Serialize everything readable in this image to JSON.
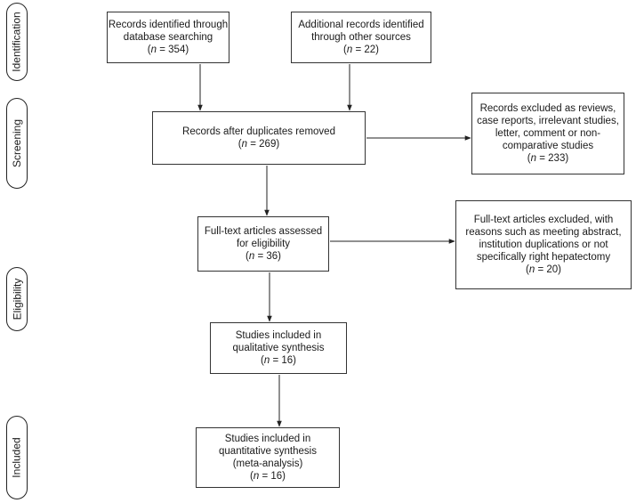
{
  "phases": {
    "identification": "Identification",
    "screening": "Screening",
    "eligibility": "Eligibility",
    "included": "Included"
  },
  "boxes": {
    "database": {
      "lines": [
        "Records identified through",
        "database searching"
      ],
      "n": "354"
    },
    "other_sources": {
      "lines": [
        "Additional records identified",
        "through other sources"
      ],
      "n": "22"
    },
    "after_duplicates": {
      "lines": [
        "Records after duplicates removed"
      ],
      "n": "269"
    },
    "excluded_records": {
      "lines": [
        "Records excluded as reviews,",
        "case reports, irrelevant studies,",
        "letter, comment or non-",
        "comparative studies"
      ],
      "n": "233"
    },
    "fulltext_assessed": {
      "lines": [
        "Full-text articles assessed",
        "for eligibility"
      ],
      "n": "36"
    },
    "fulltext_excluded": {
      "lines": [
        "Full-text articles excluded, with",
        "reasons such as meeting abstract,",
        "institution duplications or not",
        "specifically right hepatectomy"
      ],
      "n": "20"
    },
    "qualitative": {
      "lines": [
        "Studies included in",
        "qualitative synthesis"
      ],
      "n": "16"
    },
    "quantitative": {
      "lines": [
        "Studies included in",
        "quantitative synthesis",
        "(meta-analysis)"
      ],
      "n": "16"
    }
  },
  "n_symbol": "n"
}
